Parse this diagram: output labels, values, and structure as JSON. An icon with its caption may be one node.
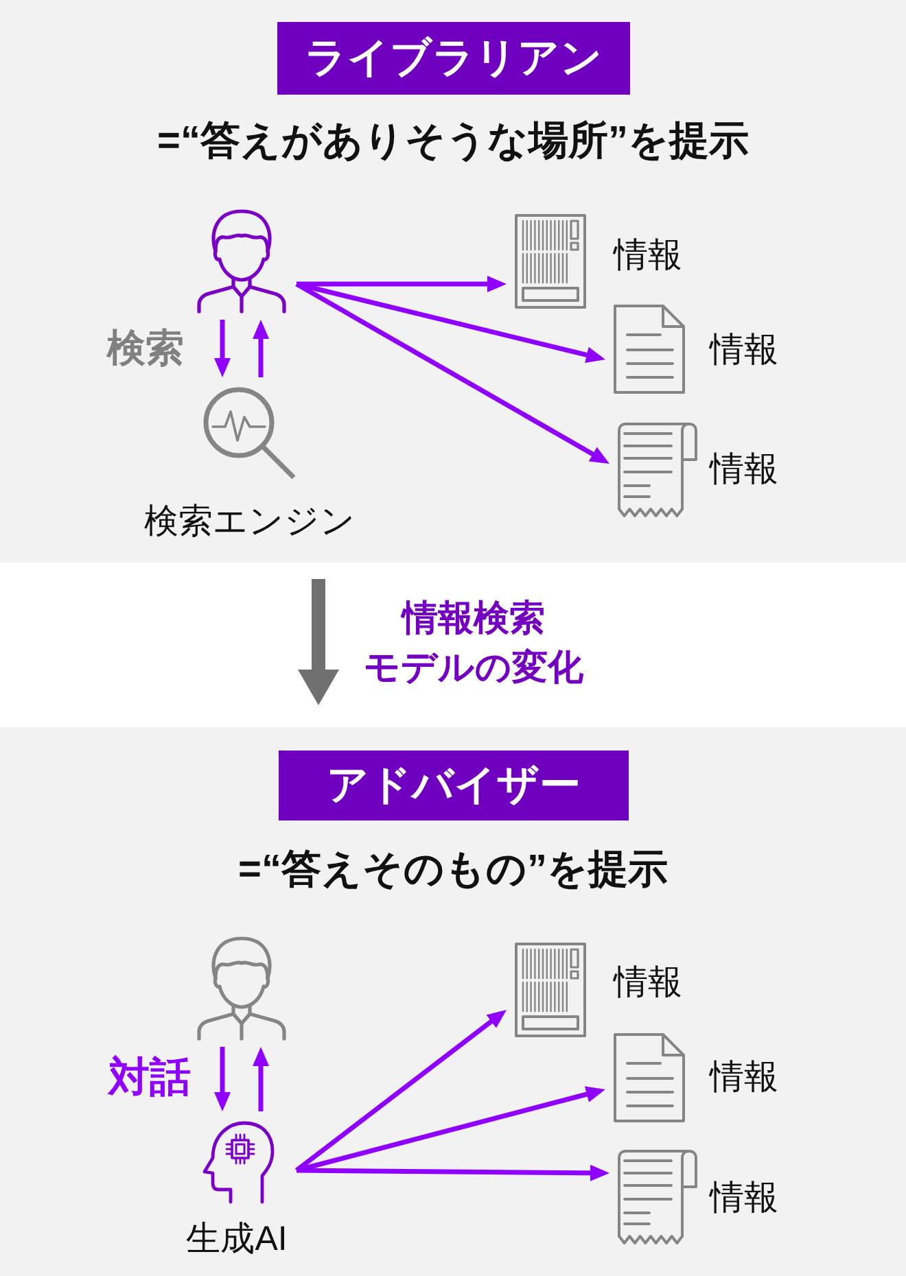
{
  "diagram": {
    "nodes": [
      {
        "text": [
          "=“答えがありそうな場所”を提示"
        ]
      },
      {
        "text": [
          "ライブラリアン"
        ],
        "in": 0
      },
      {
        "text": [],
        "shape": "person",
        "in": 0
      },
      {
        "text": [
          "検索エンジン"
        ],
        "in": 0
      },
      {
        "text": [
          "情報"
        ],
        "in": 0
      },
      {
        "text": [
          "情報"
        ],
        "in": 0
      },
      {
        "text": [
          "情報"
        ],
        "in": 0
      },
      {
        "text": [
          "=“答えそのもの”を提示"
        ]
      },
      {
        "text": [
          "アドバイザー"
        ],
        "in": 7
      },
      {
        "text": [],
        "shape": "person",
        "in": 7
      },
      {
        "text": [
          "生成AI"
        ],
        "in": 7
      },
      {
        "text": [
          "情報"
        ],
        "in": 7
      },
      {
        "text": [
          "情報"
        ],
        "in": 7
      },
      {
        "text": [
          "情報"
        ],
        "in": 7
      }
    ],
    "edges": [
      {
        "from": 2,
        "to": 3,
        "arrow": "to",
        "label": "検索"
      },
      {
        "from": 3,
        "to": 2,
        "arrow": "to"
      },
      {
        "from": 2,
        "to": 4,
        "arrow": "to"
      },
      {
        "from": 2,
        "to": 5,
        "arrow": "to"
      },
      {
        "from": 2,
        "to": 6,
        "arrow": "to"
      },
      {
        "from": 0,
        "to": 7,
        "arrow": "to",
        "label": "情報検索モデルの変化",
        "style": "thick",
        "color": "#707070"
      },
      {
        "from": 9,
        "to": 10,
        "arrow": "to",
        "label": "対話"
      },
      {
        "from": 10,
        "to": 9,
        "arrow": "to"
      },
      {
        "from": 10,
        "to": 11,
        "arrow": "to"
      },
      {
        "from": 10,
        "to": 12,
        "arrow": "to"
      },
      {
        "from": 10,
        "to": 13,
        "arrow": "to"
      }
    ]
  }
}
